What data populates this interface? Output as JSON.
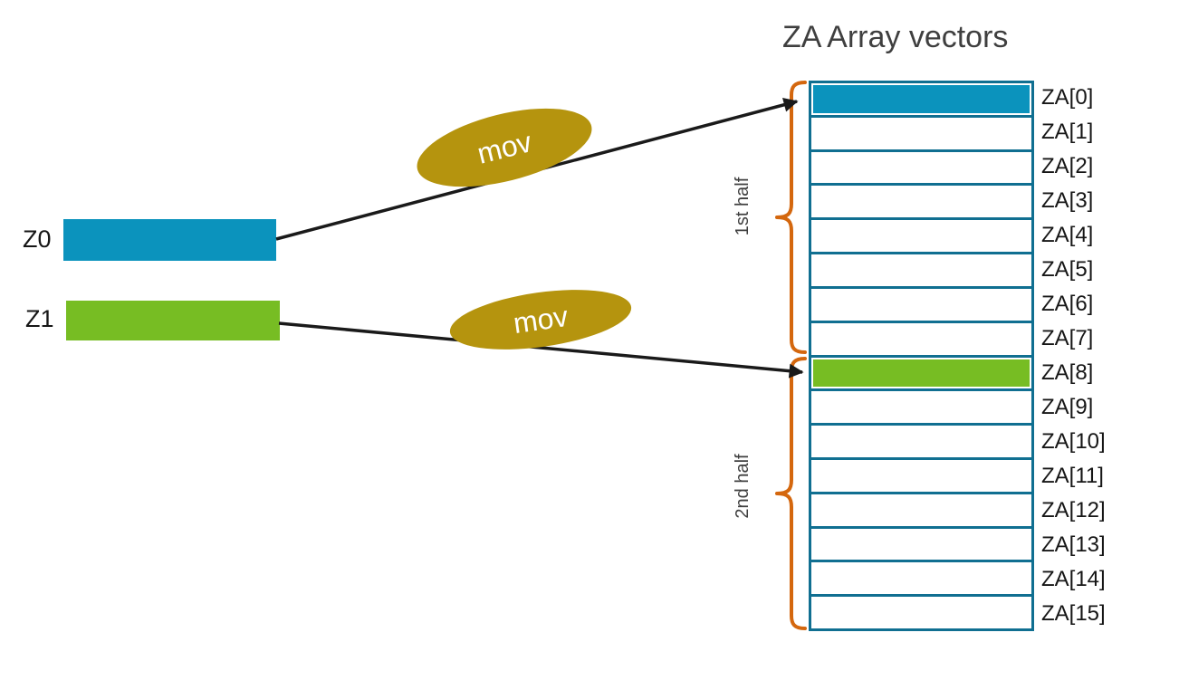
{
  "title": "ZA Array vectors",
  "colors": {
    "blue": "#0b93bd",
    "green": "#77bd23",
    "table_border": "#106f91",
    "bracket_orange": "#d4670e",
    "mov_gold": "#b5940e",
    "mov_text": "#ffffff",
    "label_gray": "#3f3f3f",
    "arrow_black": "#1a1a1a"
  },
  "registers": [
    {
      "label": "Z0",
      "fill": "#0b93bd"
    },
    {
      "label": "Z1",
      "fill": "#77bd23"
    }
  ],
  "mov_ellipses": [
    {
      "label": "mov"
    },
    {
      "label": "mov"
    }
  ],
  "halves": [
    {
      "label": "1st half"
    },
    {
      "label": "2nd half"
    }
  ],
  "za_array": {
    "rows": [
      {
        "label": "ZA[0]",
        "fill": "#0b93bd"
      },
      {
        "label": "ZA[1]",
        "fill": "#ffffff"
      },
      {
        "label": "ZA[2]",
        "fill": "#ffffff"
      },
      {
        "label": "ZA[3]",
        "fill": "#ffffff"
      },
      {
        "label": "ZA[4]",
        "fill": "#ffffff"
      },
      {
        "label": "ZA[5]",
        "fill": "#ffffff"
      },
      {
        "label": "ZA[6]",
        "fill": "#ffffff"
      },
      {
        "label": "ZA[7]",
        "fill": "#ffffff"
      },
      {
        "label": "ZA[8]",
        "fill": "#77bd23"
      },
      {
        "label": "ZA[9]",
        "fill": "#ffffff"
      },
      {
        "label": "ZA[10]",
        "fill": "#ffffff"
      },
      {
        "label": "ZA[11]",
        "fill": "#ffffff"
      },
      {
        "label": "ZA[12]",
        "fill": "#ffffff"
      },
      {
        "label": "ZA[13]",
        "fill": "#ffffff"
      },
      {
        "label": "ZA[14]",
        "fill": "#ffffff"
      },
      {
        "label": "ZA[15]",
        "fill": "#ffffff"
      }
    ]
  }
}
